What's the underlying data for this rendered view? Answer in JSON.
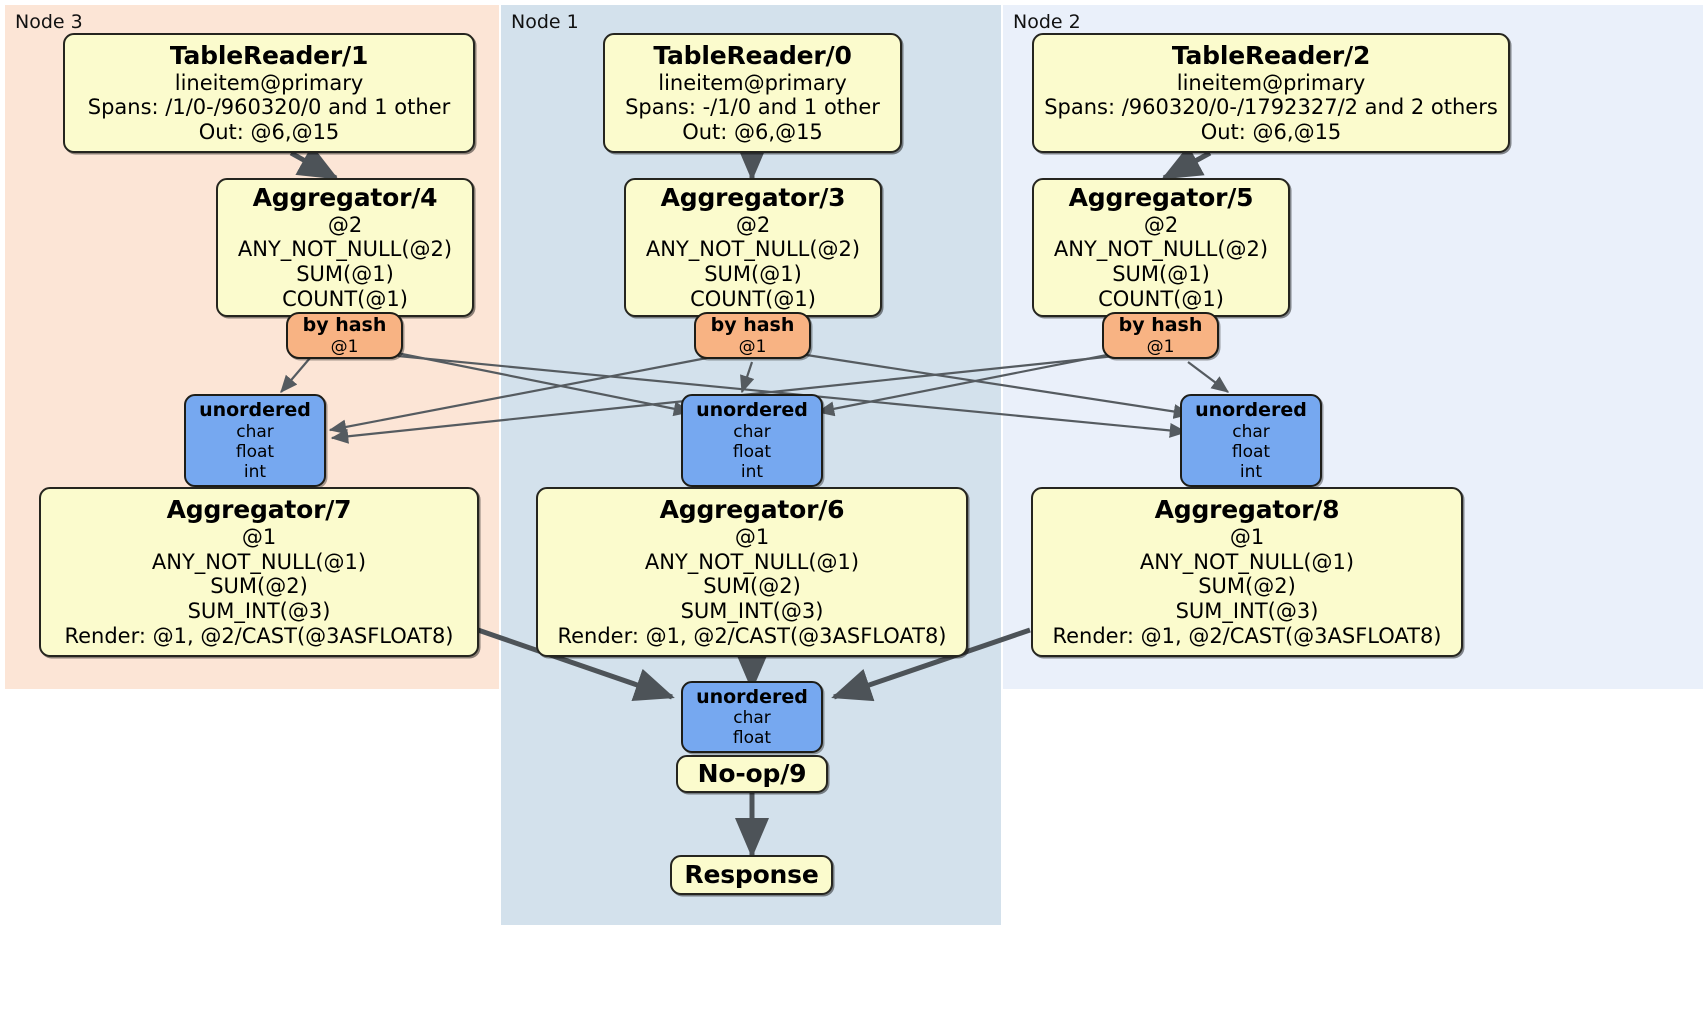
{
  "diagram": {
    "type": "distributed-query-plan",
    "colors": {
      "node3_panel": "#fce5d6",
      "node1_panel": "#d3e1ec",
      "node2_panel": "#eaf0fa",
      "processor_fill": "#fbfbcd",
      "synchronizer_fill": "#76a8f0",
      "router_fill": "#f8b383",
      "edge": "#4d5358",
      "border": "#25251f"
    }
  },
  "panels": [
    {
      "id": "node3",
      "label": "Node 3"
    },
    {
      "id": "node1",
      "label": "Node 1"
    },
    {
      "id": "node2",
      "label": "Node 2"
    }
  ],
  "nodes": {
    "tablereader1": {
      "title": "TableReader/1",
      "lines": [
        "lineitem@primary",
        "Spans: /1/0-/960320/0 and 1 other",
        "Out: @6,@15"
      ]
    },
    "tablereader0": {
      "title": "TableReader/0",
      "lines": [
        "lineitem@primary",
        "Spans: -/1/0 and 1 other",
        "Out: @6,@15"
      ]
    },
    "tablereader2": {
      "title": "TableReader/2",
      "lines": [
        "lineitem@primary",
        "Spans: /960320/0-/1792327/2 and 2 others",
        "Out: @6,@15"
      ]
    },
    "aggregator4": {
      "title": "Aggregator/4",
      "lines": [
        "@2",
        "ANY_NOT_NULL(@2)",
        "SUM(@1)",
        "COUNT(@1)"
      ]
    },
    "aggregator3": {
      "title": "Aggregator/3",
      "lines": [
        "@2",
        "ANY_NOT_NULL(@2)",
        "SUM(@1)",
        "COUNT(@1)"
      ]
    },
    "aggregator5": {
      "title": "Aggregator/5",
      "lines": [
        "@2",
        "ANY_NOT_NULL(@2)",
        "SUM(@1)",
        "COUNT(@1)"
      ]
    },
    "router_left": {
      "title": "by hash",
      "lines": [
        "@1"
      ]
    },
    "router_mid": {
      "title": "by hash",
      "lines": [
        "@1"
      ]
    },
    "router_right": {
      "title": "by hash",
      "lines": [
        "@1"
      ]
    },
    "sync_left": {
      "title": "unordered",
      "lines": [
        "char",
        "float",
        "int"
      ]
    },
    "sync_mid": {
      "title": "unordered",
      "lines": [
        "char",
        "float",
        "int"
      ]
    },
    "sync_right": {
      "title": "unordered",
      "lines": [
        "char",
        "float",
        "int"
      ]
    },
    "aggregator7": {
      "title": "Aggregator/7",
      "lines": [
        "@1",
        "ANY_NOT_NULL(@1)",
        "SUM(@2)",
        "SUM_INT(@3)",
        "Render: @1, @2/CAST(@3ASFLOAT8)"
      ]
    },
    "aggregator6": {
      "title": "Aggregator/6",
      "lines": [
        "@1",
        "ANY_NOT_NULL(@1)",
        "SUM(@2)",
        "SUM_INT(@3)",
        "Render: @1, @2/CAST(@3ASFLOAT8)"
      ]
    },
    "aggregator8": {
      "title": "Aggregator/8",
      "lines": [
        "@1",
        "ANY_NOT_NULL(@1)",
        "SUM(@2)",
        "SUM_INT(@3)",
        "Render: @1, @2/CAST(@3ASFLOAT8)"
      ]
    },
    "sync_final": {
      "title": "unordered",
      "lines": [
        "char",
        "float"
      ]
    },
    "noop9": {
      "title": "No-op/9",
      "lines": []
    },
    "response": {
      "title": "Response",
      "lines": []
    }
  }
}
